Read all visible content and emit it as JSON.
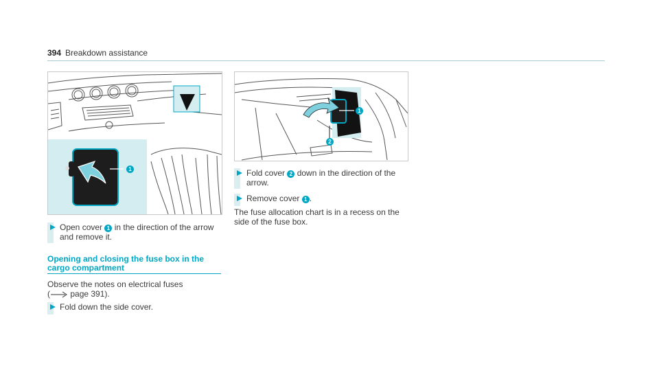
{
  "header": {
    "page_number": "394",
    "section": "Breakdown assistance"
  },
  "figure1": {
    "callout": "1"
  },
  "figure2": {
    "callouts": [
      "1",
      "2"
    ]
  },
  "step1": {
    "prefix": "Open cover ",
    "callout": "1",
    "suffix_line1": " in the direction of the arrow",
    "line2": "and remove it."
  },
  "section": {
    "title_line1": "Opening and closing the fuse box in the",
    "title_line2": "cargo compartment",
    "intro_line1": "Observe the notes on electrical fuses",
    "intro_open": "(",
    "intro_ref": "page 391).",
    "step": "Fold down the side cover."
  },
  "right": {
    "step1_prefix": "Fold cover ",
    "step1_callout": "2",
    "step1_suffix": " down in the direction of the",
    "step1_line2": "arrow.",
    "step2_prefix": "Remove cover ",
    "step2_callout": "1",
    "step2_suffix": ".",
    "para_line1": "The fuse allocation chart is in a recess on the",
    "para_line2": "side of the fuse box."
  },
  "colors": {
    "accent": "#00a7c4",
    "light_accent": "#d9eef1",
    "rule": "#a7cbd1"
  }
}
